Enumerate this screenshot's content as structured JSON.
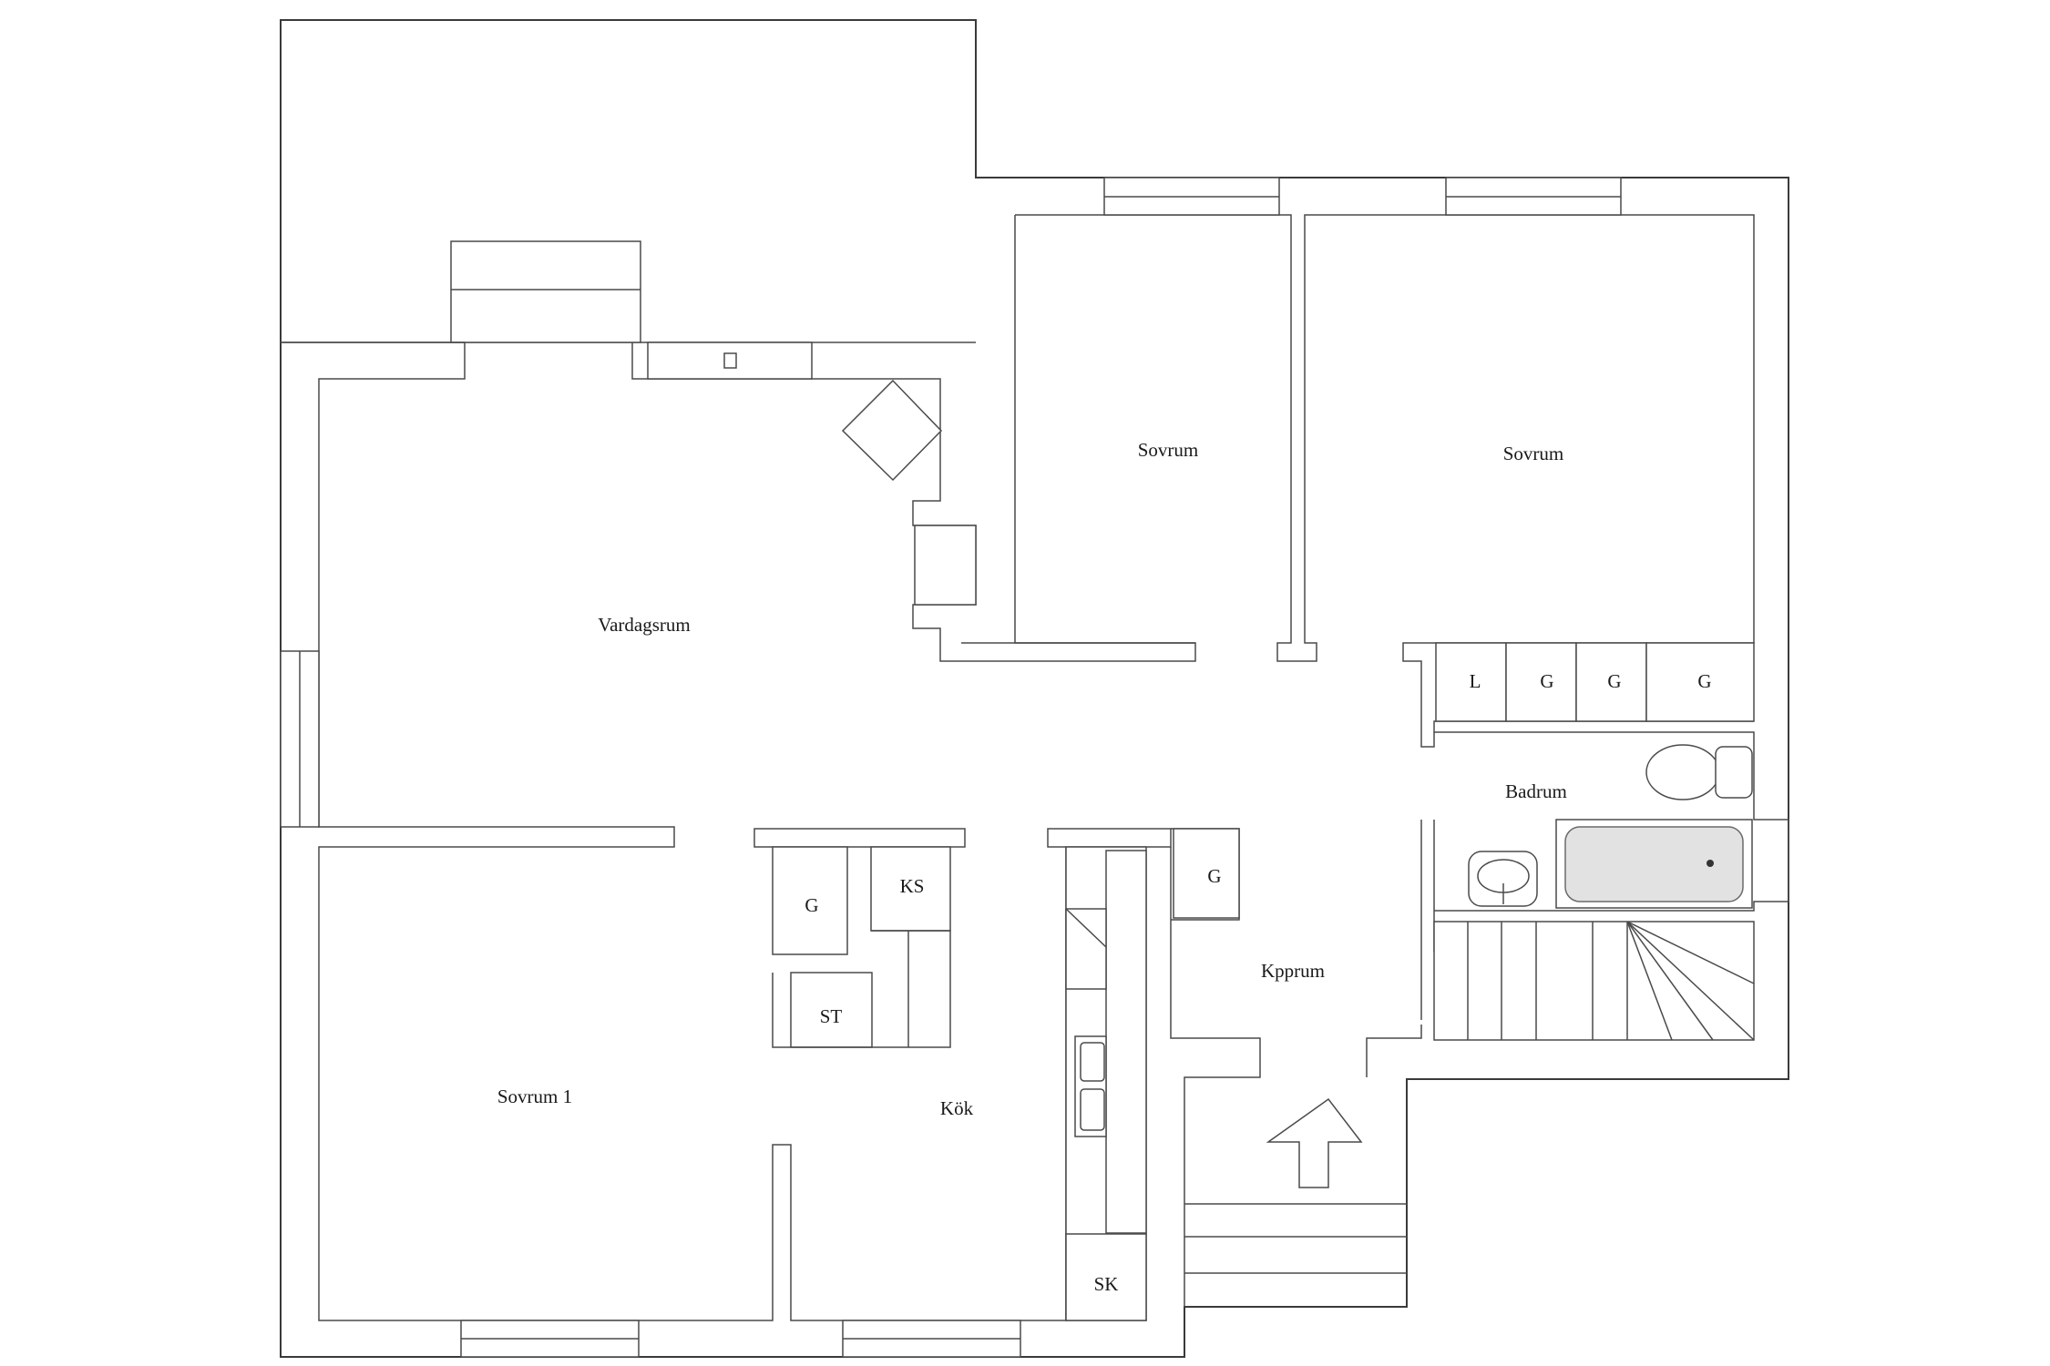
{
  "rooms": {
    "vardagsrum": "Vardagsrum",
    "sovrum_a": "Sovrum",
    "sovrum_b": "Sovrum",
    "sovrum_1": "Sovrum 1",
    "kok": "Kök",
    "badrum": "Badrum",
    "kpprum": "Kpprum"
  },
  "closets": {
    "l": "L",
    "g1": "G",
    "g2": "G",
    "g3": "G",
    "g_kitchen": "G",
    "ks": "KS",
    "st": "ST",
    "g_hall": "G",
    "sk": "SK"
  },
  "colors": {
    "wall": "#3a3a3a",
    "background": "#ffffff",
    "bath_fill": "#e2e2e2"
  }
}
